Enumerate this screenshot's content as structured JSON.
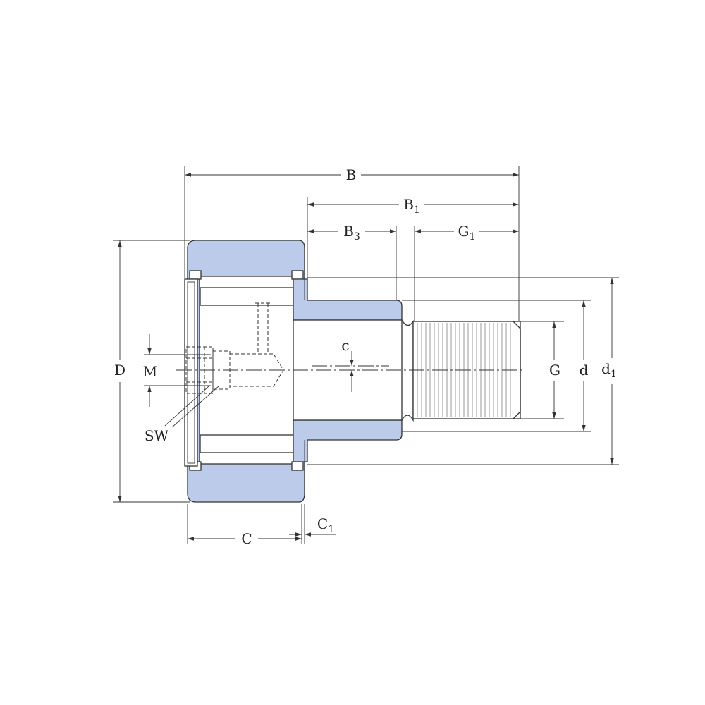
{
  "colors": {
    "body_fill": "#bccbe9",
    "line": "#333333"
  },
  "labels": {
    "B": "B",
    "B1": {
      "main": "B",
      "sub": "1"
    },
    "B3": {
      "main": "B",
      "sub": "3"
    },
    "G1": {
      "main": "G",
      "sub": "1"
    },
    "C": "C",
    "C1": {
      "main": "C",
      "sub": "1"
    },
    "D": "D",
    "M": "M",
    "SW": "SW",
    "c": "c",
    "G": "G",
    "d": "d",
    "d1": {
      "main": "d",
      "sub": "1"
    }
  }
}
